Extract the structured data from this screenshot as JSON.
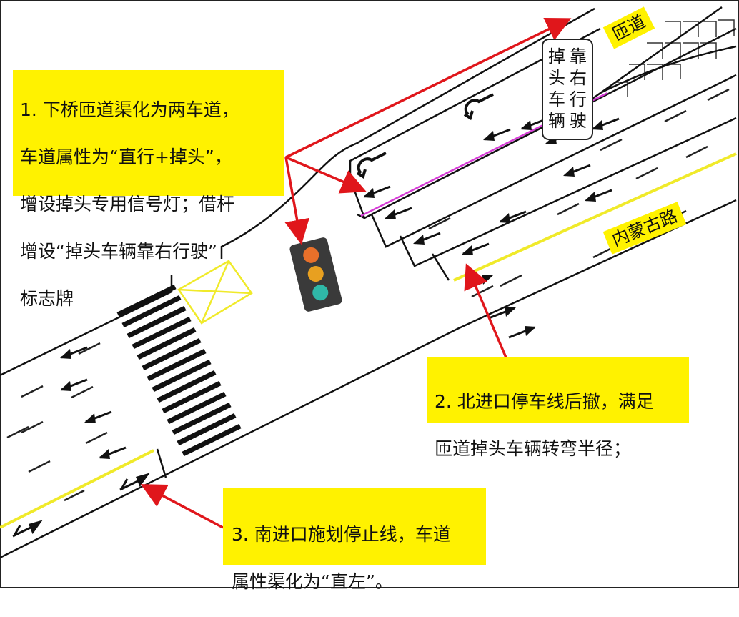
{
  "annotations": {
    "note1": {
      "lines": [
        "1. 下桥匝道渠化为两车道，",
        "车道属性为“直行+掉头”，",
        "增设掉头专用信号灯；借杆",
        "增设“掉头车辆靠右行驶”",
        "标志牌"
      ]
    },
    "note2": {
      "lines": [
        "2. 北进口停车线后撤，满足",
        "匝道掉头车辆转弯半径；"
      ]
    },
    "note3": {
      "lines": [
        "3. 南进口施划停止线，车道",
        "属性渠化为“直左”。"
      ]
    }
  },
  "labels": {
    "ramp": "匝道",
    "road": "内蒙古路"
  },
  "sign": {
    "columns": [
      [
        "靠",
        "右",
        "行",
        "驶"
      ],
      [
        "掉",
        "头",
        "车",
        "辆"
      ]
    ]
  },
  "colors": {
    "callout_bg": "#fff200",
    "arrow": "#e0161b",
    "yellow_line": "#f0ea2a",
    "uturn_lane_line": "#d63bd6",
    "road_edge": "#111111",
    "lane_dash": "#222222",
    "signal_housing": "#3a3a3a",
    "signal_red": "#e8702a",
    "signal_yellow": "#e8a020",
    "signal_green": "#2fb8a8"
  },
  "icons": [
    "u-turn-arrow-icon",
    "straight-arrow-icon",
    "straight-left-arrow-icon",
    "traffic-signal-icon",
    "no-stopping-box-icon",
    "crosswalk-icon"
  ]
}
